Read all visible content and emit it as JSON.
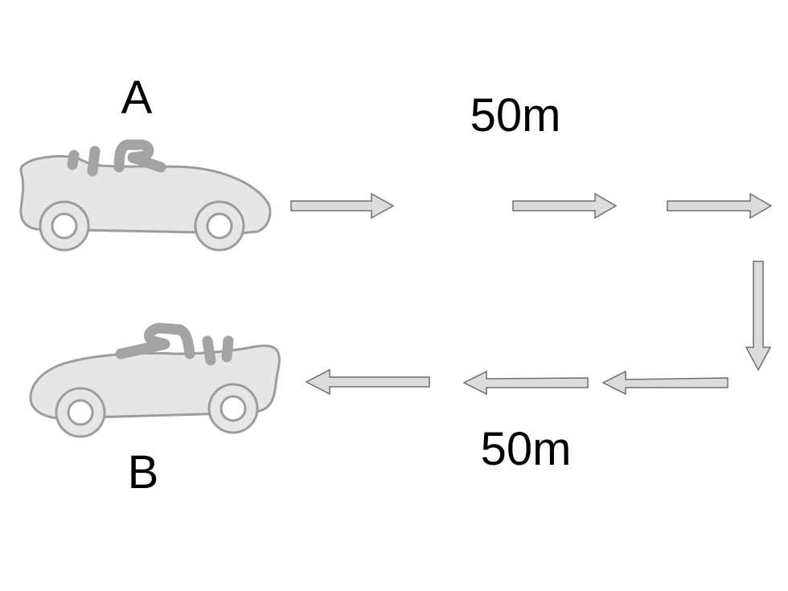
{
  "labels": {
    "car_a": "A",
    "car_b": "B",
    "top_distance": "50m",
    "bottom_distance": "50m"
  },
  "colors": {
    "car_fill": "#e6e6e6",
    "car_outline": "#9c9c9c",
    "arrow_fill": "#dcdcdc",
    "arrow_outline": "#6e6e6e"
  }
}
